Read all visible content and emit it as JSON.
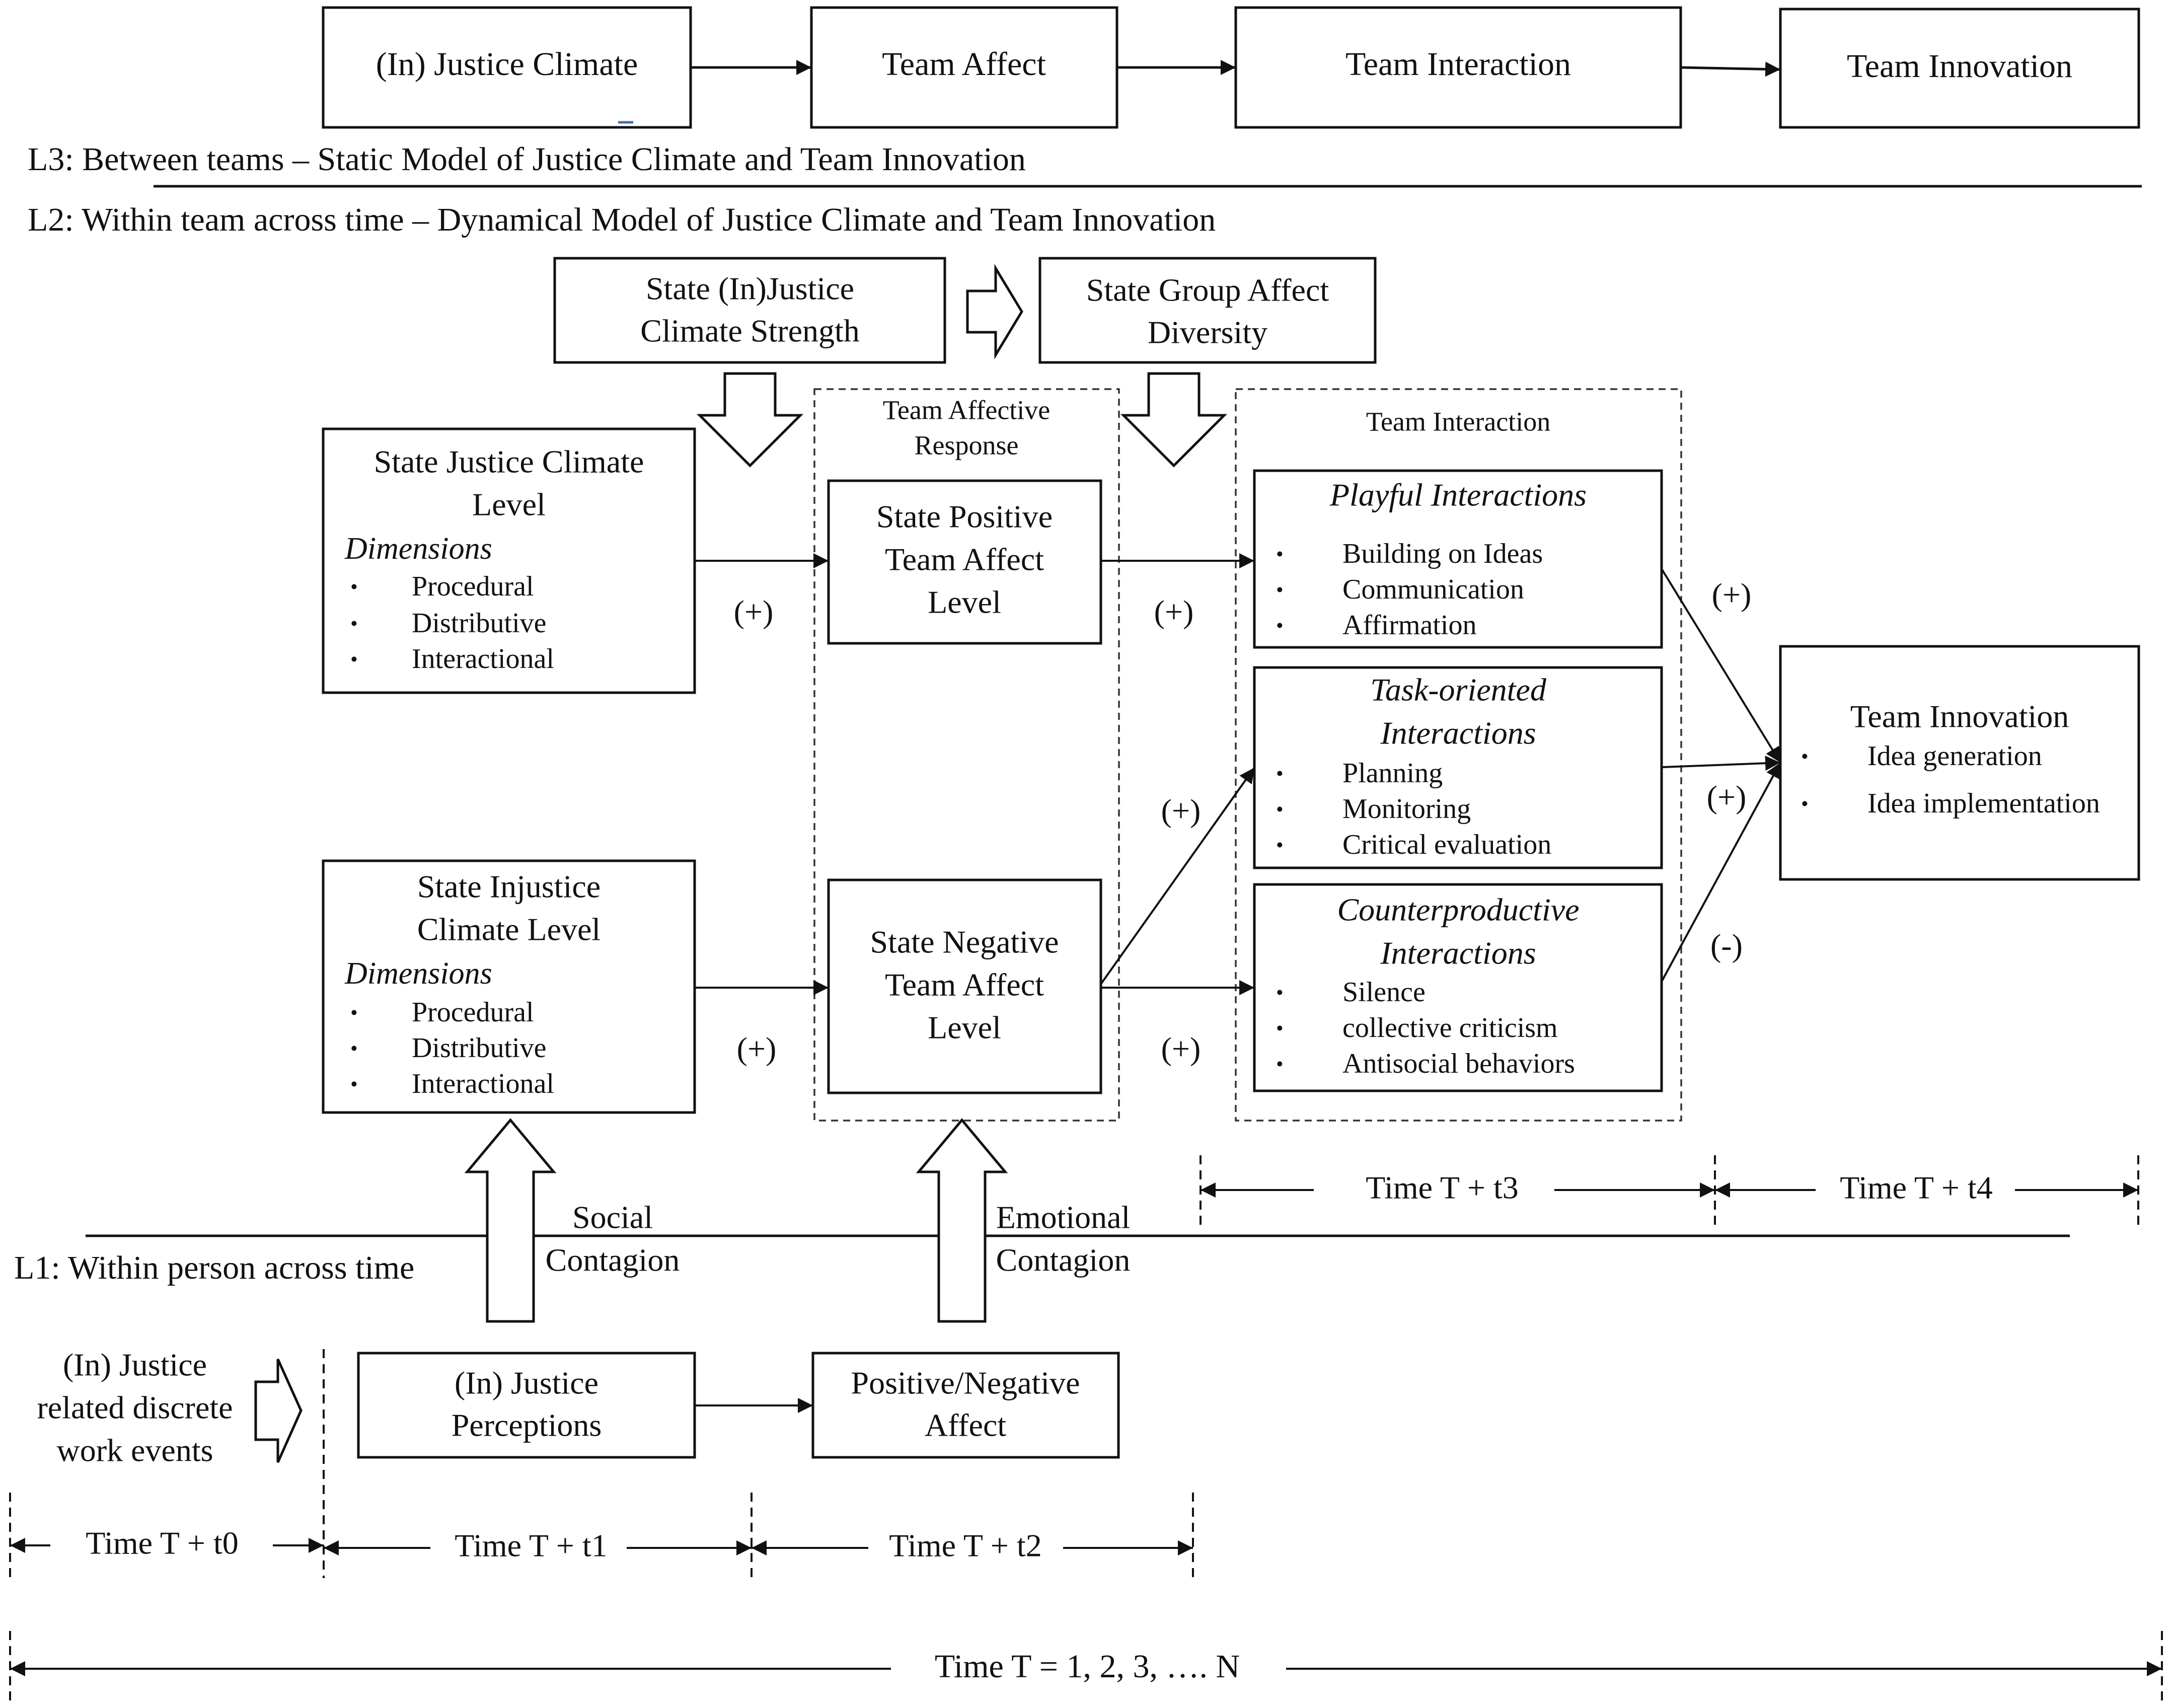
{
  "level3": {
    "label": "L3: Between teams – Static Model of Justice Climate and Team Innovation",
    "boxes": [
      "(In) Justice Climate",
      "Team Affect",
      "Team Interaction",
      "Team Innovation"
    ]
  },
  "level2": {
    "label": "L2: Within team  across time – Dynamical Model of Justice Climate and Team Innovation",
    "strength_box": [
      "State (In)Justice",
      "Climate Strength"
    ],
    "diversity_box": [
      "State Group Affect",
      "Diversity"
    ],
    "affective_group_label": [
      "Team Affective",
      "Response"
    ],
    "interaction_group_label": "Team Interaction",
    "justice_box": {
      "title": [
        "State Justice Climate",
        "Level"
      ],
      "dimensions_label": "Dimensions",
      "items": [
        "Procedural",
        "Distributive",
        "Interactional"
      ]
    },
    "injustice_box": {
      "title": [
        "State Injustice",
        "Climate Level"
      ],
      "dimensions_label": "Dimensions",
      "items": [
        "Procedural",
        "Distributive",
        "Interactional"
      ]
    },
    "positive_affect_box": [
      "State Positive",
      "Team Affect",
      "Level"
    ],
    "negative_affect_box": [
      "State Negative",
      "Team Affect",
      "Level"
    ],
    "playful_box": {
      "title": "Playful Interactions",
      "items": [
        "Building on Ideas",
        "Communication",
        "Affirmation"
      ]
    },
    "task_box": {
      "title": [
        "Task-oriented",
        "Interactions"
      ],
      "items": [
        "Planning",
        "Monitoring",
        "Critical evaluation"
      ]
    },
    "counter_box": {
      "title": [
        "Counterproductive",
        "Interactions"
      ],
      "items": [
        "Silence",
        "collective criticism",
        "Antisocial behaviors"
      ]
    },
    "innovation_box": {
      "title": "Team Innovation",
      "items": [
        "Idea generation",
        "Idea implementation"
      ]
    },
    "signs": {
      "justice_to_positive": "(+)",
      "injustice_to_negative": "(+)",
      "positive_to_playful": "(+)",
      "negative_to_task": "(+)",
      "negative_to_counter": "(+)",
      "playful_to_innovation": "(+)",
      "task_to_innovation": "(+)",
      "counter_to_innovation": "(-)"
    },
    "time_t3": "Time T + t3",
    "time_t4": "Time T + t4"
  },
  "level1": {
    "label": "L1: Within person across time",
    "social_contagion": [
      "Social",
      "Contagion"
    ],
    "emotional_contagion": [
      "Emotional",
      "Contagion"
    ],
    "events_text": [
      "(In) Justice",
      "related discrete",
      "work events"
    ],
    "perceptions_box": [
      "(In) Justice",
      "Perceptions"
    ],
    "affect_box": [
      "Positive/Negative",
      "Affect"
    ],
    "time_t0": "Time T + t0",
    "time_t1": "Time T + t1",
    "time_t2": "Time T + t2",
    "time_total": "Time T = 1, 2, 3, …. N"
  }
}
